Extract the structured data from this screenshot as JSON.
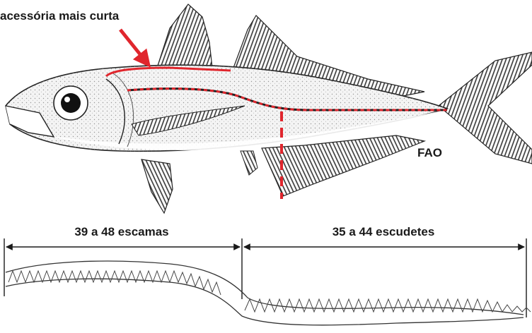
{
  "labels": {
    "annotation": "acessória mais curta",
    "watermark": "FAO",
    "left_measure": "39 a 48 escamas",
    "right_measure": "35 a 44 escudetes"
  },
  "colors": {
    "highlight": "#e0262d",
    "ink": "#1a1a1a",
    "fin": "#3a3a3a",
    "body_stipple": "#d9d9d9"
  },
  "icons": {
    "pointer": "red-arrow-icon",
    "dimension_arrows": "double-headed-arrow-icon"
  }
}
